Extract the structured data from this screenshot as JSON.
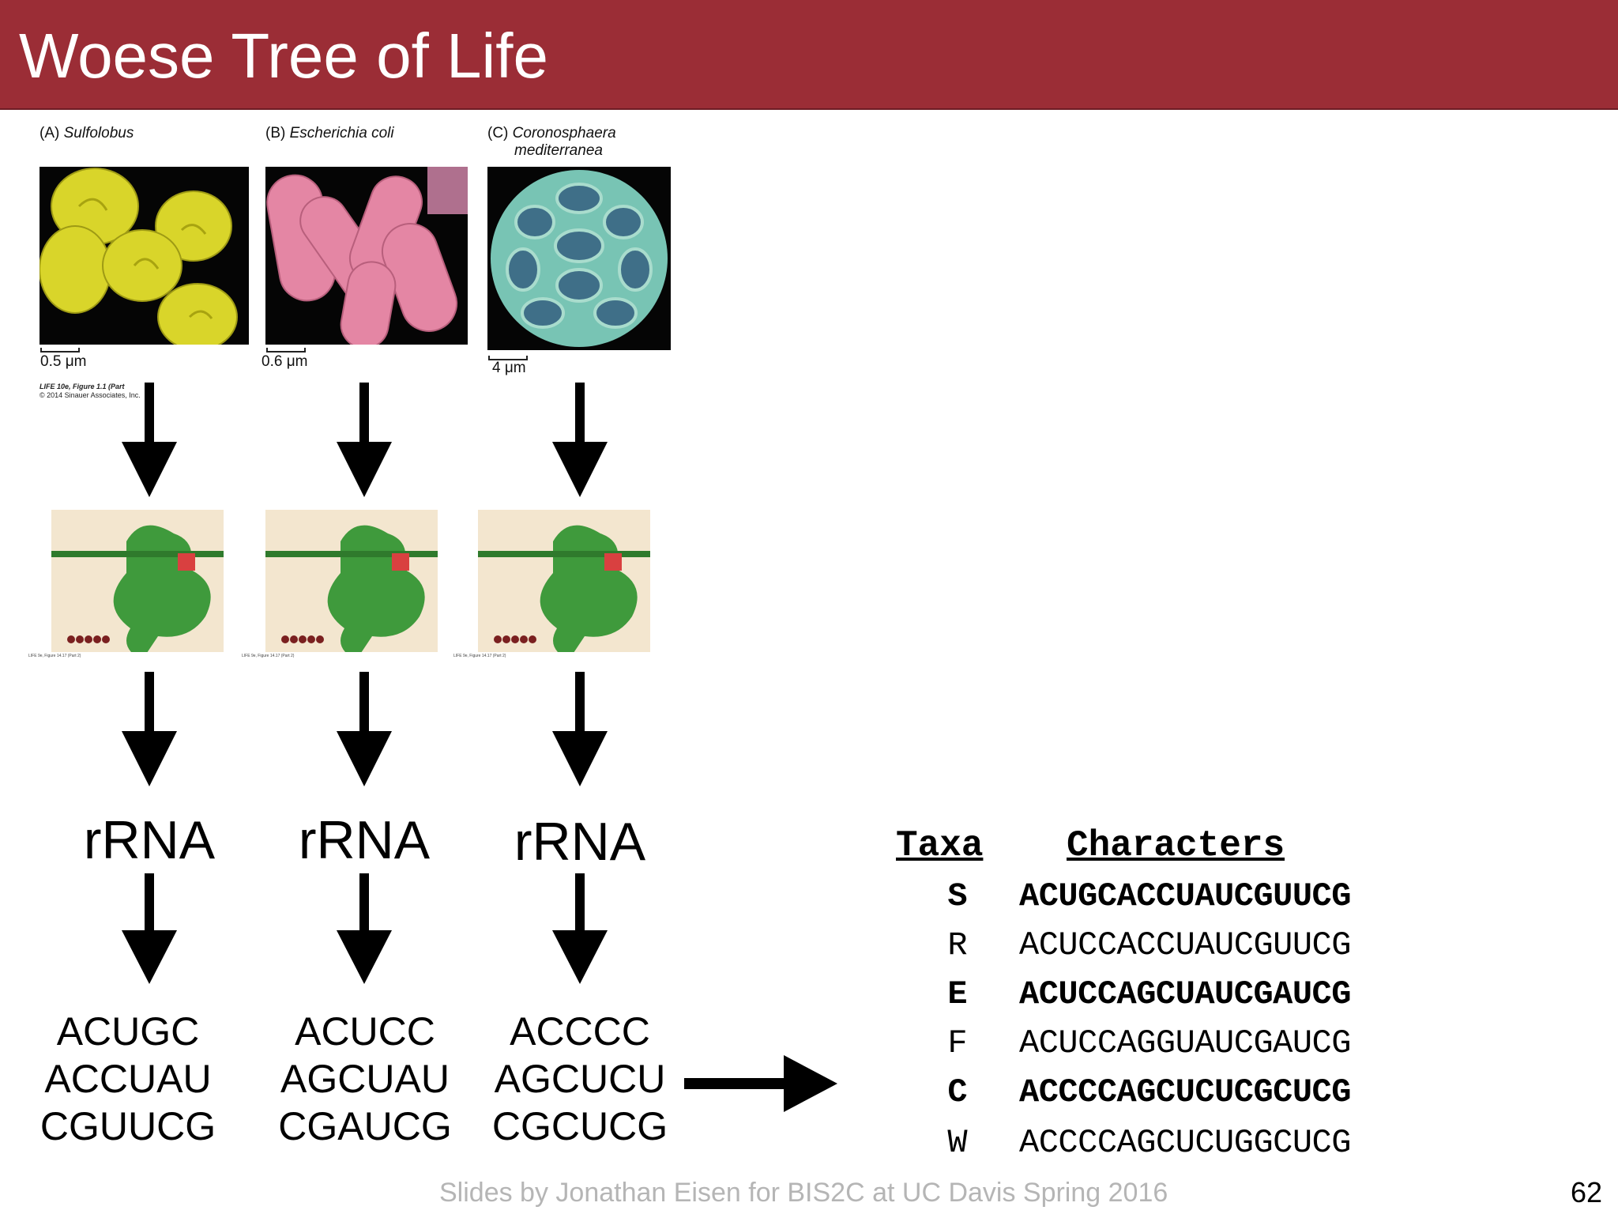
{
  "slide": {
    "title": "Woese Tree of Life",
    "footer": "Slides by Jonathan Eisen for BIS2C at UC Davis Spring 2016",
    "page_number": "62"
  },
  "figure": {
    "panels": [
      {
        "letter": "(A)",
        "name": "Sulfolobus",
        "scale": "0.5 μm"
      },
      {
        "letter": "(B)",
        "name": "Escherichia coli",
        "scale": "0.6 μm"
      },
      {
        "letter": "(C)",
        "name": "Coronosphaera",
        "name2": "mediterranea",
        "scale": "4 μm"
      }
    ],
    "credit_line1": "LIFE 10e, Figure 1.1 (Part",
    "credit_line2": "© 2014 Sinauer Associates, Inc.",
    "ribosome_credit": "LIFE 9e, Figure 14.17 (Part 2)"
  },
  "columns": [
    {
      "rrna": "rRNA",
      "seq": [
        "ACUGC",
        "ACCUAU",
        "CGUUCG"
      ]
    },
    {
      "rrna": "rRNA",
      "seq": [
        "ACUCC",
        "AGCUAU",
        "CGAUCG"
      ]
    },
    {
      "rrna": "rRNA",
      "seq": [
        "ACCCC",
        "AGCUCU",
        "CGCUCG"
      ]
    }
  ],
  "table": {
    "header_taxa": "Taxa",
    "header_chars": "Characters",
    "rows": [
      {
        "taxon": "S",
        "chars": "ACUGCACCUAUCGUUCG",
        "bold": true
      },
      {
        "taxon": "R",
        "chars": "ACUCCACCUAUCGUUCG",
        "bold": false
      },
      {
        "taxon": "E",
        "chars": "ACUCCAGCUAUCGAUCG",
        "bold": true
      },
      {
        "taxon": "F",
        "chars": "ACUCCAGGUAUCGAUCG",
        "bold": false
      },
      {
        "taxon": "C",
        "chars": "ACCCCAGCUCUCGCUCG",
        "bold": true
      },
      {
        "taxon": "W",
        "chars": "ACCCCAGCUCUGGCUCG",
        "bold": false
      }
    ]
  },
  "colors": {
    "title_bar": "#9b2d36",
    "sulfolobus": "#d8d226",
    "ecoli": "#e07fa0",
    "coccolith": "#6fbfb0",
    "ribosome": "#3f9a3c"
  }
}
